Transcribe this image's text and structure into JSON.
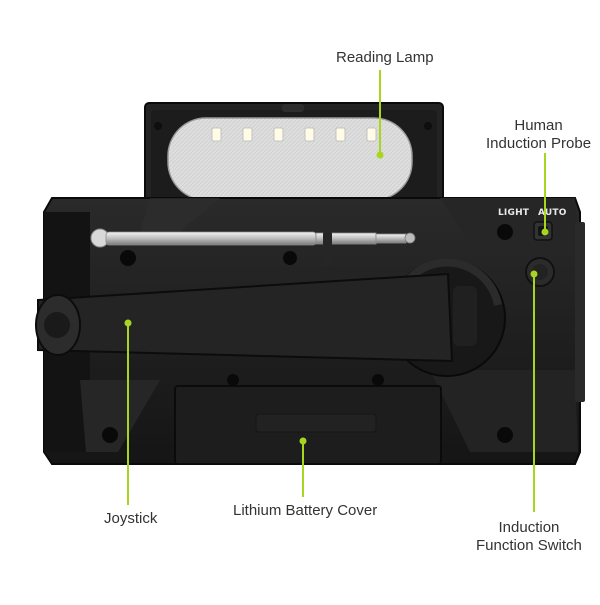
{
  "annotations": {
    "reading_lamp": "Reading Lamp",
    "human_induction_probe": [
      "Human",
      "Induction Probe"
    ],
    "joystick": "Joystick",
    "lithium_battery_cover": "Lithium Battery Cover",
    "induction_function_switch": [
      "Induction",
      "Function Switch"
    ]
  },
  "device_markings": {
    "light": "LIGHT",
    "auto": "AUTO"
  },
  "colors": {
    "leader_line": "#a8d520",
    "body": "#1b1b1b",
    "body_edge": "#0d0d0d",
    "lamp_lens": "#dcdcdc",
    "antenna": "#c9c9c9"
  },
  "lamp_led_count": 6
}
